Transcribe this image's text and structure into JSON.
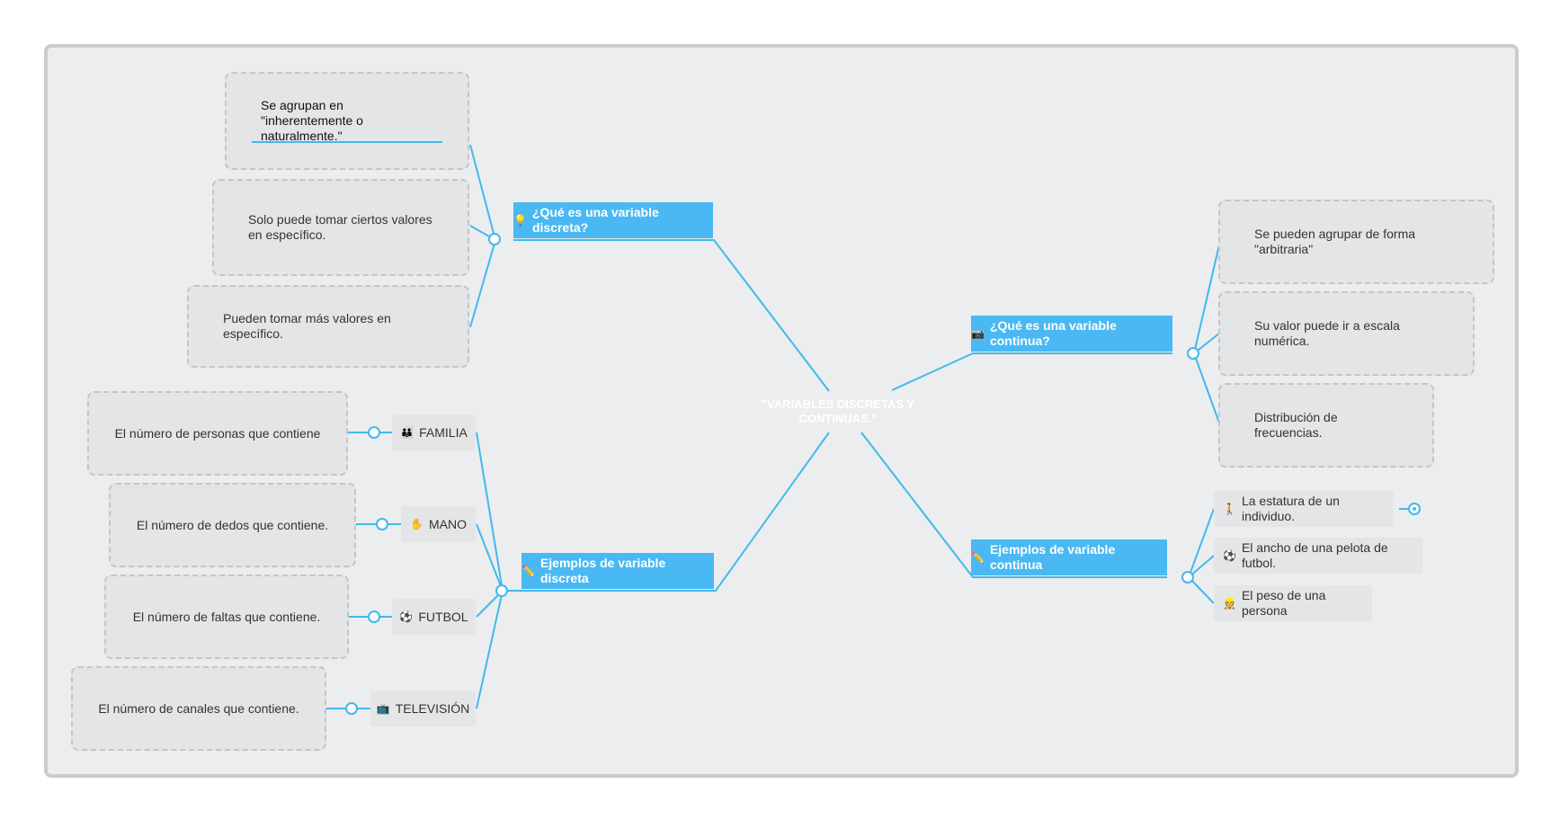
{
  "root": {
    "title": "\"VARIABLES DISCRETAS Y CONTINUAS.\""
  },
  "discreta": {
    "title": "¿Qué es una variable discreta?",
    "icon": "lightbulb-icon",
    "items": [
      "Se agrupan en \"inherentemente o naturalmente.\"",
      "Solo puede tomar ciertos valores en específico.",
      "Pueden tomar más valores en específico."
    ]
  },
  "continua": {
    "title": "¿Qué es una variable continua?",
    "icon": "camera-icon",
    "items": [
      "Se pueden agrupar de forma \"arbitraria\"",
      "Su valor puede ir a escala numérica.",
      "Distribución de frecuencias."
    ]
  },
  "ejemplos_discreta": {
    "title": "Ejemplos de variable discreta",
    "icon": "pencil-icon",
    "items": [
      {
        "label": "FAMILIA",
        "icon": "family-icon",
        "detail": "El número de personas que contiene"
      },
      {
        "label": "MANO",
        "icon": "hand-icon",
        "detail": "El número de dedos que contiene."
      },
      {
        "label": "FUTBOL",
        "icon": "soccer-ball-icon",
        "detail": "El número de faltas que contiene."
      },
      {
        "label": "TELEVISIÓN",
        "icon": "television-icon",
        "detail": "El número de canales que contiene."
      }
    ]
  },
  "ejemplos_continua": {
    "title": "Ejemplos de variable continua",
    "icon": "pencil-icon",
    "items": [
      {
        "label": "La estatura de un individuo.",
        "icon": "person-walking-icon"
      },
      {
        "label": "El ancho de una pelota de futbol.",
        "icon": "soccer-ball-icon"
      },
      {
        "label": "El peso de una persona",
        "icon": "person-icon"
      }
    ]
  },
  "colors": {
    "accent": "#42b9ec",
    "branch": "#4ab8f2",
    "canvas": "#ebedee",
    "node": "#e4e5e7"
  }
}
